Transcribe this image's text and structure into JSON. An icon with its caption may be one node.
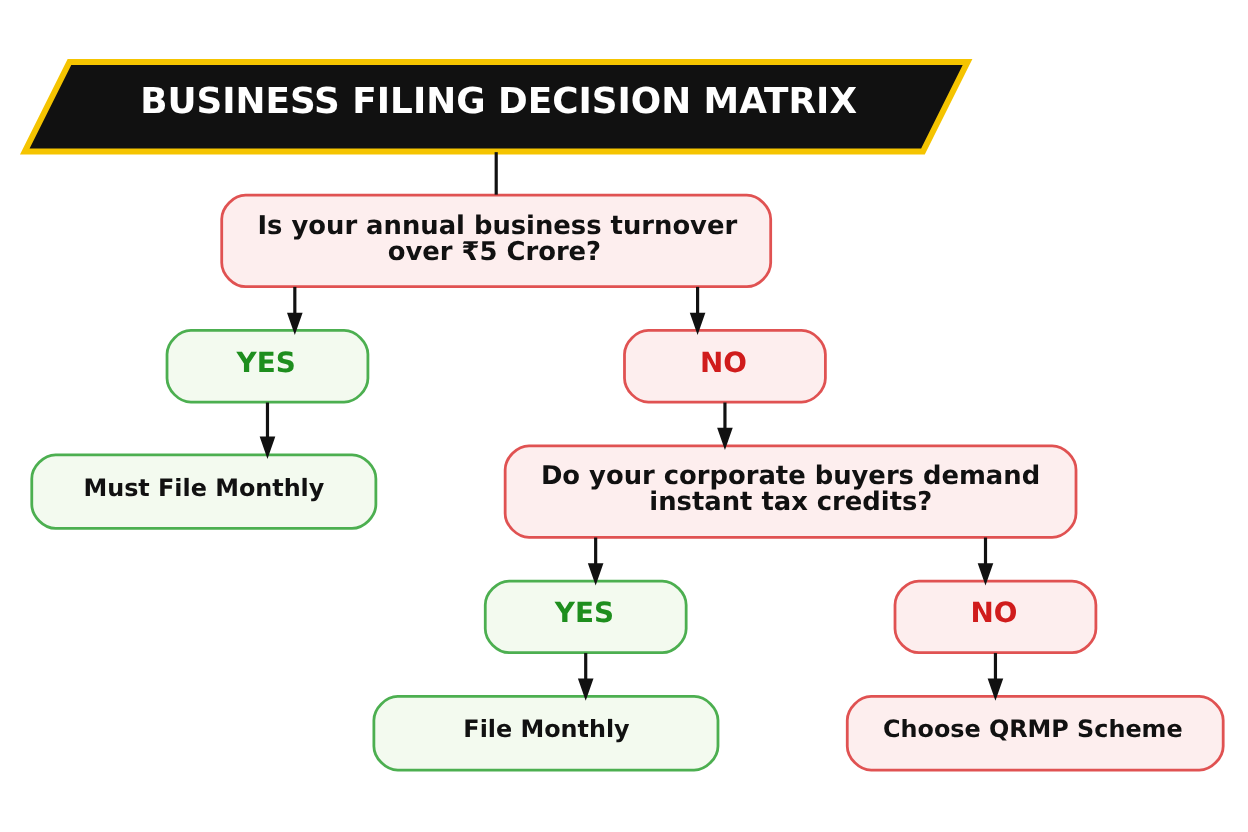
{
  "diagram": {
    "nodes": [
      {
        "text": [
          "BUSINESS FILING DECISION MATRIX"
        ]
      },
      {
        "text": [
          "Is your annual business turnover over ₹5 Crore?"
        ]
      },
      {
        "text": [
          "YES"
        ]
      },
      {
        "text": [
          "NO"
        ]
      },
      {
        "text": [
          "Must File Monthly"
        ]
      },
      {
        "text": [
          "Do your corporate buyers demand instant tax credits?"
        ]
      },
      {
        "text": [
          "YES"
        ]
      },
      {
        "text": [
          "NO"
        ]
      },
      {
        "text": [
          "File Monthly"
        ]
      },
      {
        "text": [
          "Choose QRMP Scheme"
        ]
      }
    ],
    "edges": [
      {
        "from": 0,
        "to": 1,
        "arrow": "none"
      },
      {
        "from": 1,
        "to": 2,
        "arrow": "to"
      },
      {
        "from": 1,
        "to": 3,
        "arrow": "to"
      },
      {
        "from": 2,
        "to": 4,
        "arrow": "to"
      },
      {
        "from": 3,
        "to": 5,
        "arrow": "to"
      },
      {
        "from": 5,
        "to": 6,
        "arrow": "to"
      },
      {
        "from": 5,
        "to": 7,
        "arrow": "to"
      },
      {
        "from": 6,
        "to": 8,
        "arrow": "to"
      },
      {
        "from": 7,
        "to": 9,
        "arrow": "to"
      }
    ]
  }
}
